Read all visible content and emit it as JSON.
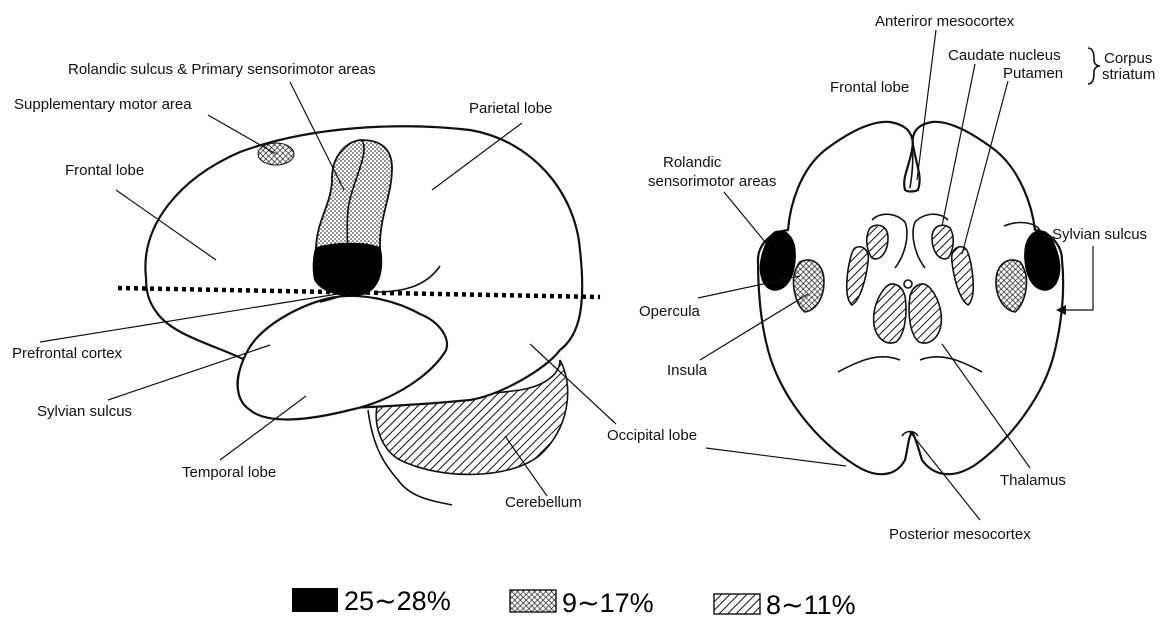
{
  "lateral_view": {
    "labels": {
      "rolandic_sulcus": "Rolandic sulcus & Primary sensorimotor areas",
      "supplementary_motor": "Supplementary motor area",
      "parietal_lobe": "Parietal lobe",
      "frontal_lobe": "Frontal lobe",
      "prefrontal_cortex": "Prefrontal cortex",
      "sylvian_sulcus": "Sylvian sulcus",
      "temporal_lobe": "Temporal lobe",
      "occipital_lobe": "Occipital lobe",
      "cerebellum": "Cerebellum"
    }
  },
  "axial_view": {
    "labels": {
      "anterior_mesocortex": "Anteriror mesocortex",
      "frontal_lobe": "Frontal lobe",
      "caudate_nucleus": "Caudate nucleus",
      "putamen": "Putamen",
      "corpus_striatum_line1": "Corpus",
      "corpus_striatum_line2": "striatum",
      "rolandic_line1": "Rolandic",
      "rolandic_line2": "sensorimotor areas",
      "sylvian_sulcus": "Sylvian sulcus",
      "opercula": "Opercula",
      "insula": "Insula",
      "thalamus": "Thalamus",
      "posterior_mesocortex": "Posterior mesocortex"
    }
  },
  "legend": [
    {
      "pattern": "solid-black",
      "label": "25∼28%"
    },
    {
      "pattern": "crosshatch",
      "label": "9∼17%"
    },
    {
      "pattern": "diagonal-hatch",
      "label": "8∼11%"
    }
  ]
}
